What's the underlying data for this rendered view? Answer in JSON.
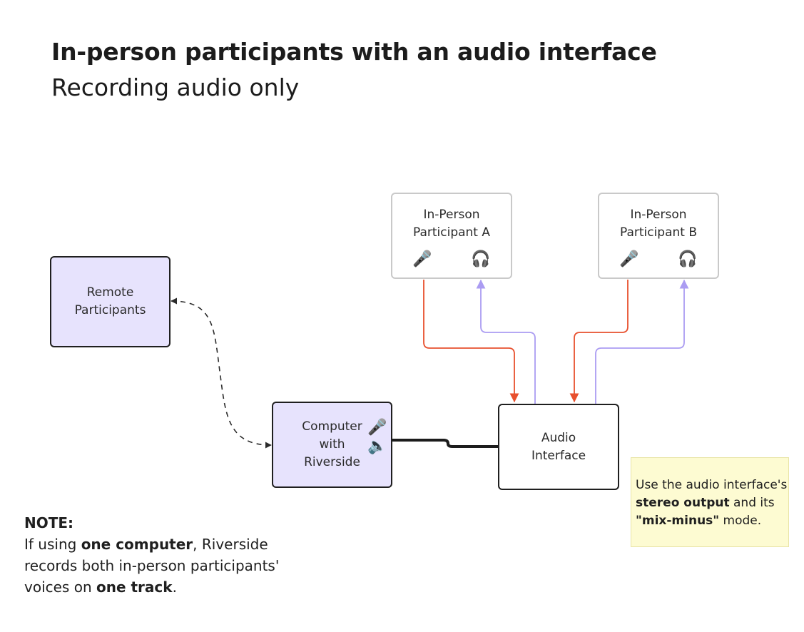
{
  "title": "In-person participants with an audio interface",
  "subtitle": "Recording audio only",
  "nodes": {
    "remote": {
      "lines": [
        "Remote",
        "Participants"
      ]
    },
    "computer": {
      "lines": [
        "Computer",
        "with",
        "Riverside"
      ],
      "icons": [
        "microphone",
        "speaker"
      ]
    },
    "audio_interface": {
      "lines": [
        "Audio",
        "Interface"
      ]
    },
    "participant_a": {
      "lines": [
        "In-Person",
        "Participant A"
      ],
      "icons": [
        "microphone",
        "headphones"
      ]
    },
    "participant_b": {
      "lines": [
        "In-Person",
        "Participant B"
      ],
      "icons": [
        "microphone",
        "headphones"
      ]
    }
  },
  "icons": {
    "mic": "🎤",
    "headphones": "🎧",
    "speaker": "🔈"
  },
  "connections": [
    {
      "from": "remote",
      "to": "computer",
      "style": "dashed",
      "arrows": "both"
    },
    {
      "from": "computer",
      "to": "audio_interface",
      "style": "thick-solid"
    },
    {
      "from": "participant_a",
      "to": "audio_interface",
      "signal": "microphone"
    },
    {
      "from": "audio_interface",
      "to": "participant_a",
      "signal": "headphones"
    },
    {
      "from": "participant_b",
      "to": "audio_interface",
      "signal": "microphone"
    },
    {
      "from": "audio_interface",
      "to": "participant_b",
      "signal": "headphones"
    }
  ],
  "colors": {
    "purple_box": "#e7e3fd",
    "mic_line": "#e8502e",
    "headphone_line": "#ab9cf2",
    "sticky": "#fdfbd2"
  },
  "note": {
    "heading": "NOTE:",
    "l1_a": "If using ",
    "l1_b": "one computer",
    "l1_c": ", Riverside",
    "l2": "records both in-person participants'",
    "l3_a": "voices on ",
    "l3_b": "one track",
    "l3_c": "."
  },
  "sticky": {
    "l1": "Use the audio interface's",
    "l2_a": "stereo output",
    "l2_b": " and its",
    "l3_a": "\"mix-minus\"",
    "l3_b": " mode."
  }
}
